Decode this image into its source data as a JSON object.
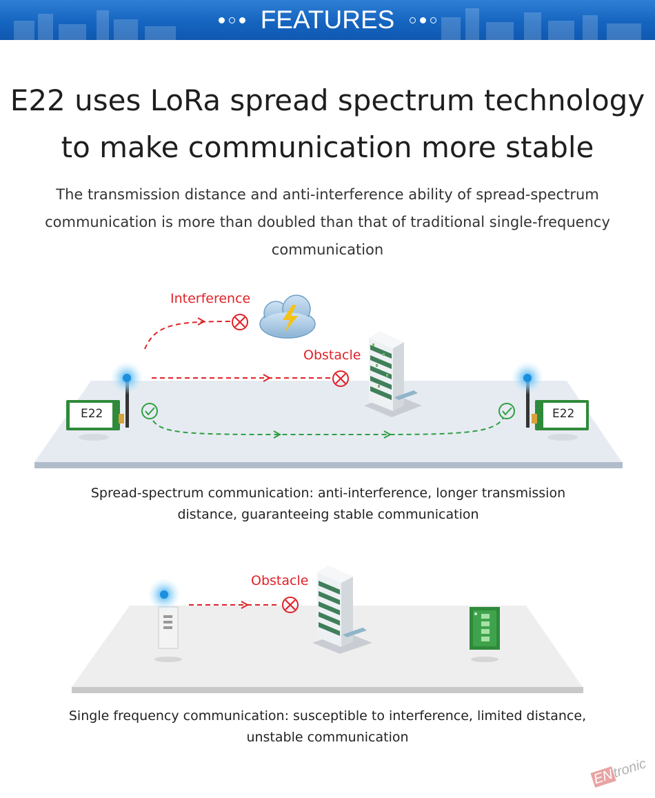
{
  "banner": {
    "title": "FEATURES"
  },
  "headline": {
    "line1": "E22 uses LoRa spread spectrum technology",
    "line2": "to make communication more stable"
  },
  "subtitle": {
    "line1": "The transmission distance and anti-interference ability of spread-spectrum",
    "line2": "communication is more than doubled than that of traditional single-frequency",
    "line3": "communication"
  },
  "diagram_spread": {
    "interference_label": "Interference",
    "obstacle_label": "Obstacle",
    "module_left_label": "E22",
    "module_right_label": "E22",
    "caption_line1": "Spread-spectrum communication: anti-interference, longer transmission",
    "caption_line2": "distance, guaranteeing stable communication"
  },
  "diagram_single": {
    "obstacle_label": "Obstacle",
    "caption_line1": "Single frequency communication: susceptible to interference, limited distance,",
    "caption_line2": "unstable communication"
  },
  "watermark": {
    "prefix": "EN",
    "text": "tronic"
  },
  "colors": {
    "banner": "#1565c0",
    "fail_path": "#e02127",
    "success_path": "#2e9e3f",
    "platform": "#e7ebf1",
    "module_green": "#2f8a3a"
  }
}
